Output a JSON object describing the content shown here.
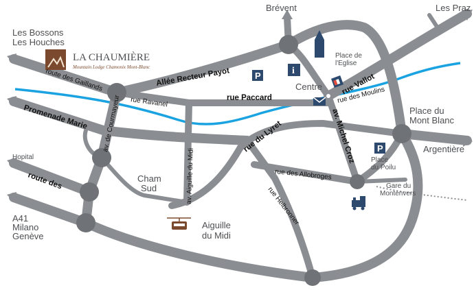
{
  "brand": {
    "name": "LA CHAUMIÈRE",
    "tagline": "Mountain Lodge Chamonix Mont-Blanc",
    "accent": "#7b4a2e"
  },
  "colors": {
    "road": "#8a8d91",
    "river": "#1aa3e0",
    "node": "#6f7276"
  },
  "places": {
    "les_bossons": "Les Bossons",
    "les_houches": "Les Houches",
    "brevent": "Brévent",
    "les_praz": "Les Praz",
    "place_eglise_1": "Place de",
    "place_eglise_2": "l'Eglise",
    "centre": "Centre",
    "place_mont_blanc_1": "Place du",
    "place_mont_blanc_2": "Mont Blanc",
    "argentiere": "Argentière",
    "place_poilu_1": "Place",
    "place_poilu_2": "du Poilu",
    "gare_1": "Gare du",
    "gare_2": "Montenvers",
    "hopital": "Hopital",
    "a41": "A41",
    "milano": "Milano",
    "geneve": "Genève",
    "cham_sud_1": "Cham",
    "cham_sud_2": "Sud",
    "aiguille_1": "Aiguille",
    "aiguille_2": "du Midi"
  },
  "streets": {
    "route_gaillands": "route des Gaillands",
    "allee_recteur_payot": "Allée Recteur Payot",
    "rue_ravanel": "rue Ravanel",
    "rue_paccard": "rue Paccard",
    "rue_vallot": "rue Vallot",
    "rue_moulins": "rue des Moulins",
    "promenade_marie": "Promenade Marie",
    "av_courmayeur": "av. de Courmayeur",
    "av_aiguille_midi": "av. Aiguille du Midi",
    "rue_lyret": "rue du Lyret",
    "av_michel_croz": "av. Michel Croz",
    "rue_allobroges": "rue des Allobroges",
    "rue_helbronner": "rue Helbronner",
    "route_des": "route des"
  },
  "icons": {
    "parking_1": "P",
    "parking_2": "P",
    "info": "i"
  }
}
